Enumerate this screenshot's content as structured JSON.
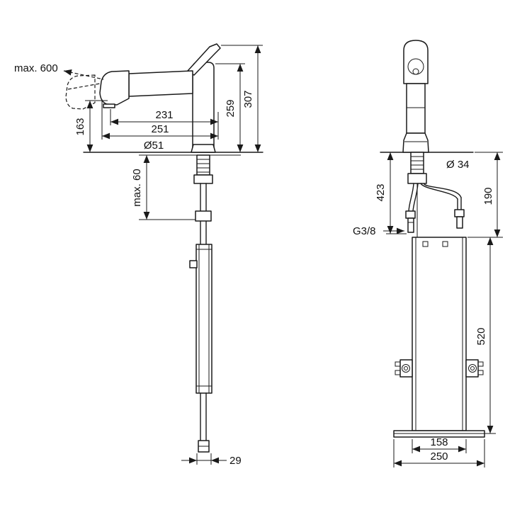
{
  "side_view": {
    "max_pullout": "max. 600",
    "outlet_height": "163",
    "reach": "231",
    "reach_total": "251",
    "base_diameter": "Ø51",
    "height_to_spout": "259",
    "total_height": "307",
    "max_counter": "max. 60",
    "hose_end": "29"
  },
  "front_view": {
    "shank_diameter": "Ø 34",
    "hose_length": "423",
    "below_deck": "190",
    "thread": "G3/8",
    "box_height": "520",
    "box_width": "158",
    "plate_width": "250"
  }
}
